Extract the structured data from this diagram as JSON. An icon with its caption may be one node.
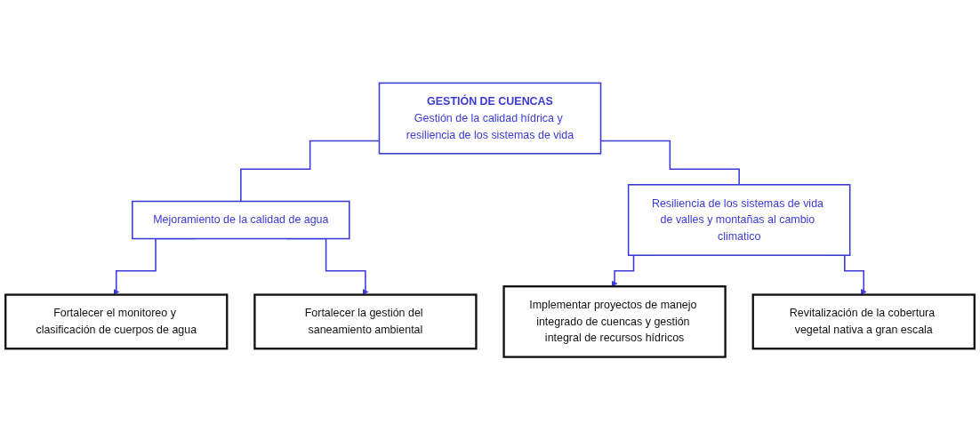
{
  "diagram": {
    "nodes": [
      {
        "text": [
          "GESTIÓN DE CUENCAS",
          "Gestión de la calidad hídrica y resiliencia de los sistemas de vida"
        ]
      },
      {
        "text": [
          "Mejoramiento de la calidad de agua"
        ]
      },
      {
        "text": [
          "Resiliencia de los sistemas de vida de valles y montañas al cambio climatico"
        ]
      },
      {
        "text": [
          "Fortalecer el monitoreo y clasificación de cuerpos de agua"
        ]
      },
      {
        "text": [
          "Fortalecer la gestión del saneamiento ambiental"
        ]
      },
      {
        "text": [
          "Implementar proyectos de manejo integrado de cuencas y gestión integral de recursos hídricos"
        ]
      },
      {
        "text": [
          "Revitalización de la cobertura vegetal nativa a gran escala"
        ]
      }
    ],
    "edges": [
      {
        "from": 0,
        "to": 1,
        "arrow": "none"
      },
      {
        "from": 0,
        "to": 2,
        "arrow": "none"
      },
      {
        "from": 1,
        "to": 3,
        "arrow": "to"
      },
      {
        "from": 1,
        "to": 4,
        "arrow": "to"
      },
      {
        "from": 2,
        "to": 5,
        "arrow": "to"
      },
      {
        "from": 2,
        "to": 6,
        "arrow": "to"
      }
    ]
  }
}
